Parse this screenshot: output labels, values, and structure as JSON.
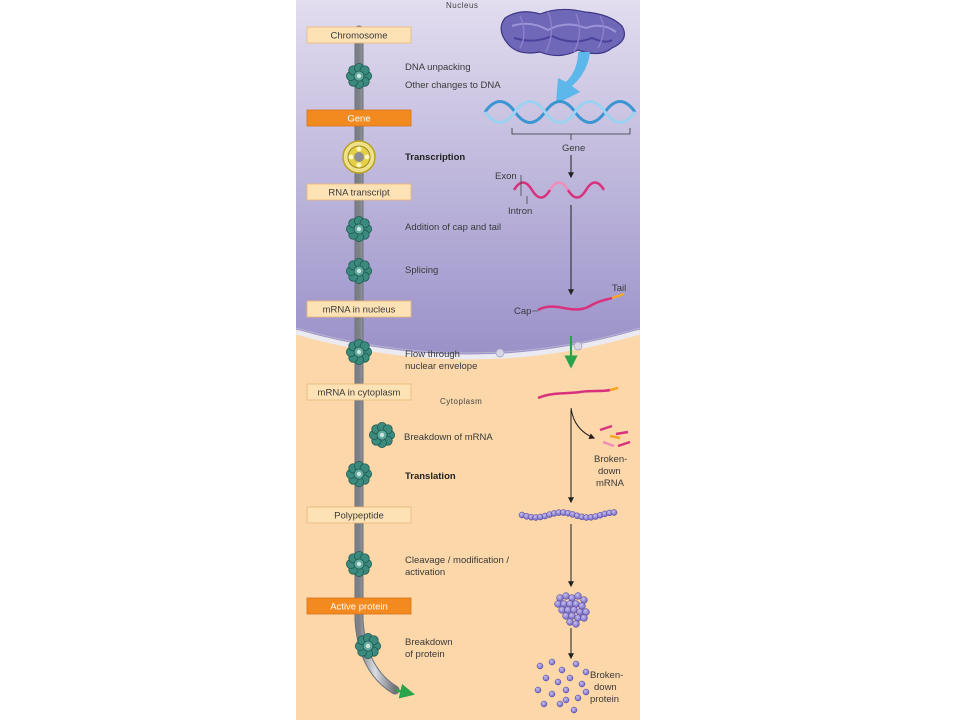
{
  "regions": {
    "nucleus": "Nucleus",
    "cytoplasm": "Cytoplasm"
  },
  "stages": [
    {
      "label": "Chromosome",
      "highlight": false
    },
    {
      "label": "Gene",
      "highlight": true
    },
    {
      "label": "RNA transcript",
      "highlight": false
    },
    {
      "label": "mRNA in nucleus",
      "highlight": false
    },
    {
      "label": "mRNA in cytoplasm",
      "highlight": false
    },
    {
      "label": "Polypeptide",
      "highlight": false
    },
    {
      "label": "Active protein",
      "highlight": true
    }
  ],
  "steps": {
    "dna_unpacking": "DNA unpacking",
    "other_changes": "Other changes to DNA",
    "transcription": "Transcription",
    "cap_tail": "Addition of cap and tail",
    "splicing": "Splicing",
    "flow_1": "Flow through",
    "flow_2": "nuclear envelope",
    "breakdown_mrna": "Breakdown of mRNA",
    "translation": "Translation",
    "cleavage_1": "Cleavage / modification /",
    "cleavage_2": "activation",
    "breakdown_protein_1": "Breakdown",
    "breakdown_protein_2": "of protein"
  },
  "molecule_labels": {
    "gene": "Gene",
    "exon": "Exon",
    "intron": "Intron",
    "cap": "Cap",
    "tail": "Tail",
    "broken_mrna": [
      "Broken-",
      "down",
      "mRNA"
    ],
    "broken_protein": [
      "Broken-",
      "down",
      "protein"
    ]
  },
  "colors": {
    "nucleus_top": "#dcd6ec",
    "nucleus_bottom": "#9d94c9",
    "cytoplasm": "#fbd7aa",
    "stage_box": "#fde2b6",
    "stage_box_highlight": "#f28a1f",
    "control_point": "#3b8a7e",
    "polymerase": "#e9d44a",
    "mrna": "#d8327d",
    "protein": "#8a7ccf",
    "dna": "#58a6dc",
    "arrow_blue": "#5cb7ea",
    "arrow_green": "#2aa34a"
  }
}
